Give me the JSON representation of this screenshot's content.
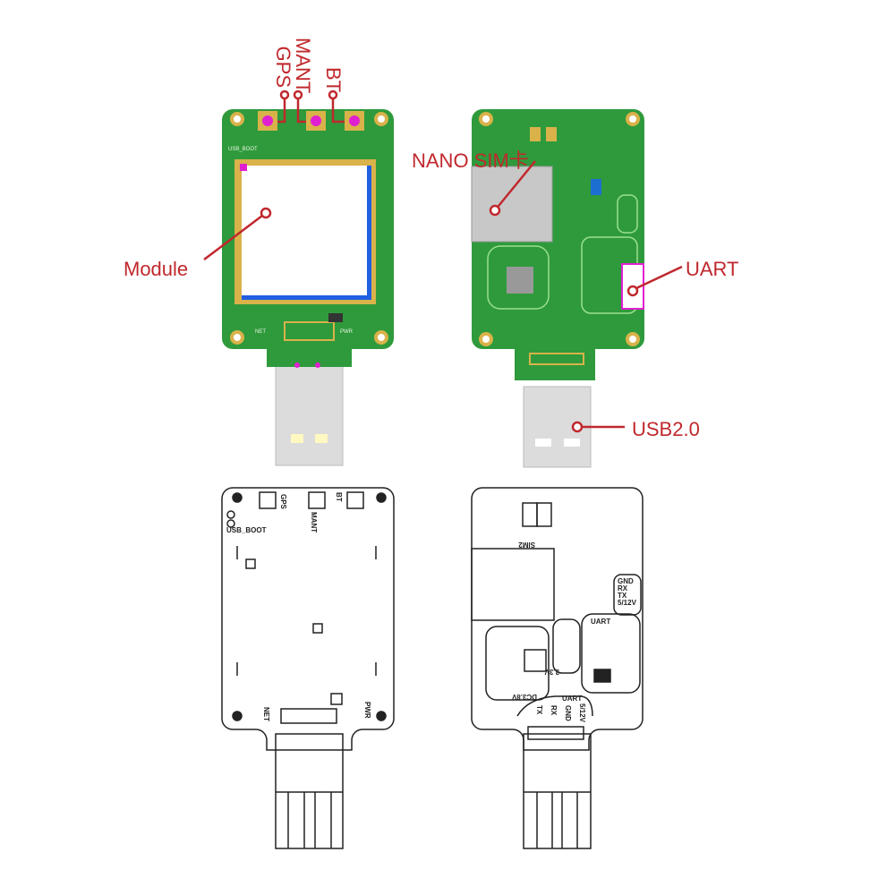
{
  "colors": {
    "pcb": "#2f9a3c",
    "label": "#c0282d",
    "module_border": "#1f5fe0",
    "pad": "#d9b24a",
    "antenna_pad": "#e020d0",
    "usb": "#d8d8d8"
  },
  "callouts": {
    "gps": "GPS",
    "mant": "MANT",
    "bt": "BT",
    "sim": "NANO SIM卡",
    "module": "Module",
    "uart": "UART",
    "usb": "USB2.0"
  },
  "silkscreen": {
    "gps": "GPS",
    "mant": "MANT",
    "bt": "BT",
    "net": "NET",
    "pwr": "PWR",
    "usb_boot": "USB_BOOT",
    "sim2": "SIM2",
    "uart": "UART",
    "pins": [
      "GND",
      "RX",
      "TX",
      "5/12V"
    ],
    "uart_bottom_pins": [
      "TX",
      "RX",
      "GND",
      "5/12V"
    ],
    "dc": "DC3.8V",
    "v33": "3.3V"
  }
}
